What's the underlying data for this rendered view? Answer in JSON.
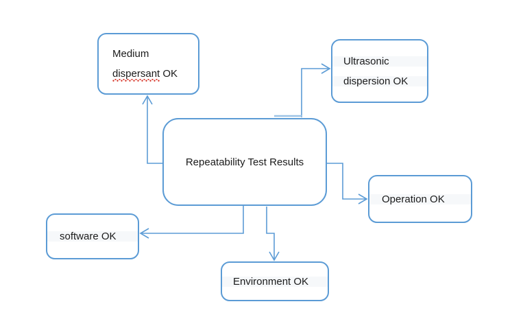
{
  "diagram": {
    "title": "Repeatability Test Results",
    "theme": {
      "border_color": "#5b9bd5",
      "connector_color": "#5b9bd5",
      "node_fill": "#ffffff",
      "text_color": "#1a1a1a",
      "text_highlight": "#f6f8fa",
      "spellcheck_underline": "#d42b1f",
      "canvas_background": "#ffffff"
    },
    "center_node": {
      "id": "repeatability-test-results",
      "label": "Repeatability Test Results"
    },
    "nodes": [
      {
        "id": "medium-dispersant-ok",
        "line1": "Medium",
        "line2_misspelled": "dispersant",
        "line2_rest": " OK",
        "label": "Medium dispersant OK",
        "has_spellcheck_underline": true,
        "has_text_highlight": false
      },
      {
        "id": "ultrasonic-dispersion-ok",
        "line1": "Ultrasonic",
        "line2": "dispersion OK",
        "label": "Ultrasonic dispersion OK",
        "has_spellcheck_underline": false,
        "has_text_highlight": true
      },
      {
        "id": "operation-ok",
        "label": "Operation OK",
        "has_spellcheck_underline": false,
        "has_text_highlight": true
      },
      {
        "id": "software-ok",
        "label": "software OK",
        "has_spellcheck_underline": false,
        "has_text_highlight": true
      },
      {
        "id": "environment-ok",
        "label": "Environment OK",
        "has_spellcheck_underline": false,
        "has_text_highlight": true
      }
    ],
    "connectors": [
      {
        "id": "center-to-medium",
        "from": "repeatability-test-results",
        "to": "medium-dispersant-ok",
        "arrow": "up"
      },
      {
        "id": "center-to-ultrasonic",
        "from": "repeatability-test-results",
        "to": "ultrasonic-dispersion-ok",
        "arrow": "right"
      },
      {
        "id": "center-to-operation",
        "from": "repeatability-test-results",
        "to": "operation-ok",
        "arrow": "right"
      },
      {
        "id": "center-to-software",
        "from": "repeatability-test-results",
        "to": "software-ok",
        "arrow": "left"
      },
      {
        "id": "center-to-environment",
        "from": "repeatability-test-results",
        "to": "environment-ok",
        "arrow": "down"
      }
    ]
  }
}
